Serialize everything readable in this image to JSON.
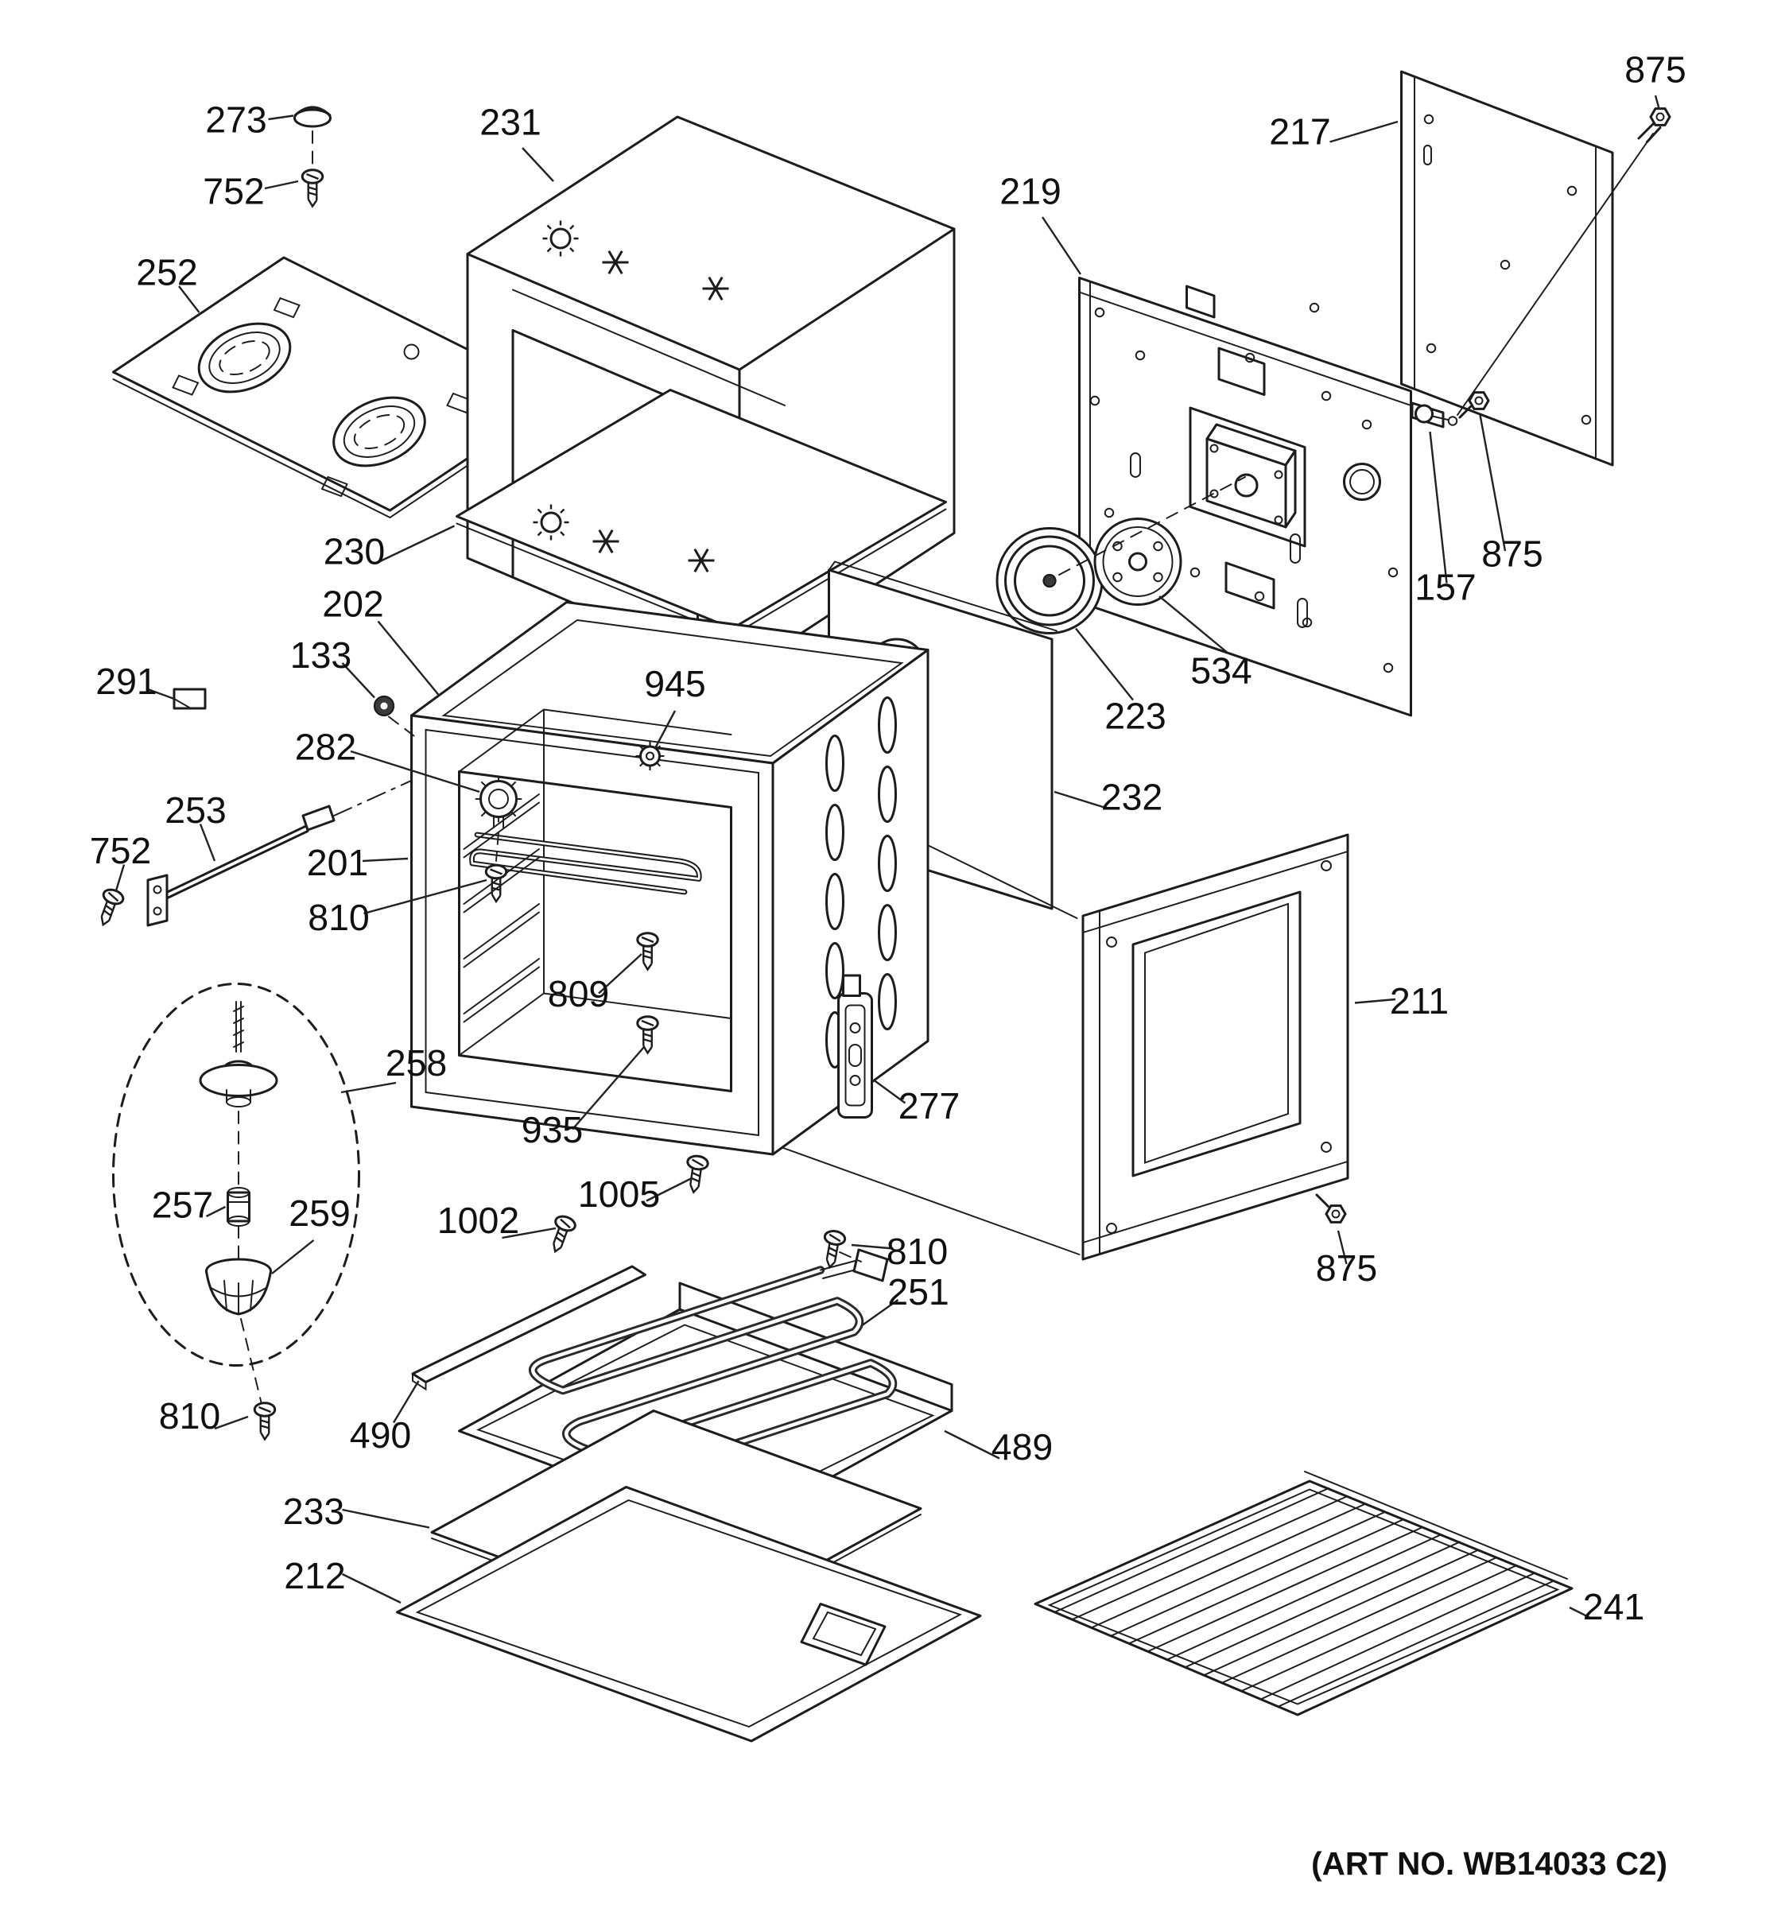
{
  "diagram": {
    "art_no": "(ART NO. WB14033 C2)",
    "callouts": [
      {
        "label": "273"
      },
      {
        "label": "752"
      },
      {
        "label": "252"
      },
      {
        "label": "231"
      },
      {
        "label": "217"
      },
      {
        "label": "875"
      },
      {
        "label": "219"
      },
      {
        "label": "157"
      },
      {
        "label": "875"
      },
      {
        "label": "534"
      },
      {
        "label": "223"
      },
      {
        "label": "230"
      },
      {
        "label": "202"
      },
      {
        "label": "133"
      },
      {
        "label": "291"
      },
      {
        "label": "282"
      },
      {
        "label": "945"
      },
      {
        "label": "253"
      },
      {
        "label": "752"
      },
      {
        "label": "201"
      },
      {
        "label": "810"
      },
      {
        "label": "232"
      },
      {
        "label": "809"
      },
      {
        "label": "258"
      },
      {
        "label": "935"
      },
      {
        "label": "277"
      },
      {
        "label": "1005"
      },
      {
        "label": "211"
      },
      {
        "label": "257"
      },
      {
        "label": "259"
      },
      {
        "label": "1002"
      },
      {
        "label": "810"
      },
      {
        "label": "251"
      },
      {
        "label": "875"
      },
      {
        "label": "810"
      },
      {
        "label": "490"
      },
      {
        "label": "489"
      },
      {
        "label": "233"
      },
      {
        "label": "212"
      },
      {
        "label": "241"
      }
    ]
  }
}
